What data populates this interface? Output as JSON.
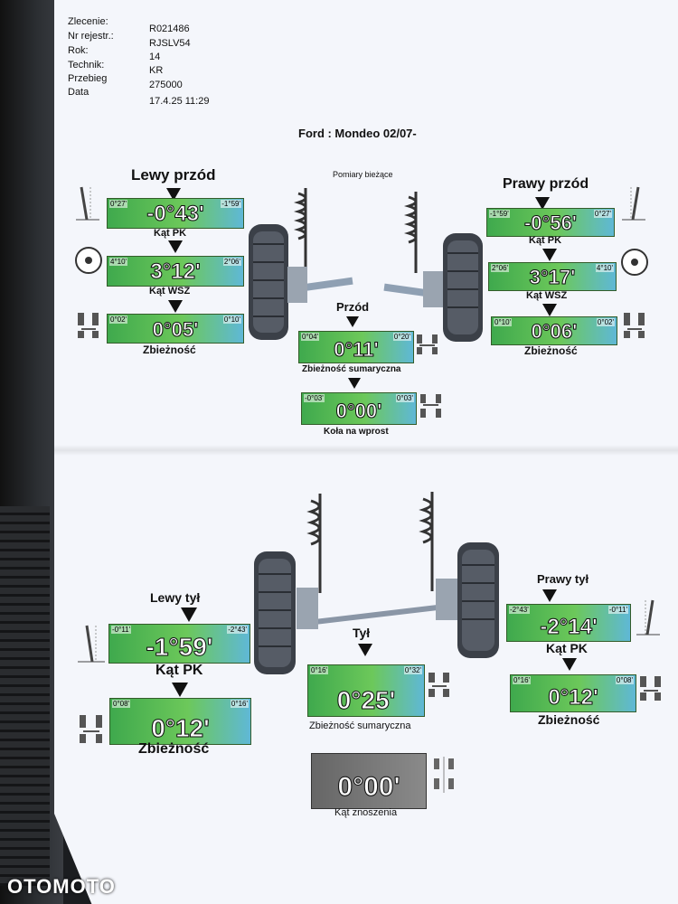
{
  "header": {
    "rows": [
      {
        "label": "Zlecenie:",
        "value": "R021486"
      },
      {
        "label": "Nr rejestr.:",
        "value": "RJSLV54"
      },
      {
        "label": "Rok:",
        "value": "14"
      },
      {
        "label": "Technik:",
        "value": "KR"
      },
      {
        "label": "Przebieg",
        "value": "275000"
      },
      {
        "label": "Data",
        "value": "17.4.25 11:29"
      }
    ]
  },
  "vehicle": "Ford : Mondeo 02/07-",
  "current_label": "Pomiary bieżące",
  "front": {
    "left_title": "Lewy przód",
    "right_title": "Prawy przód",
    "center_title": "Przód",
    "left": {
      "pk": {
        "lo": "0°27'",
        "hi": "-1°59'",
        "value": "-0°43'",
        "label": "Kąt PK"
      },
      "wsz": {
        "lo": "4°10'",
        "hi": "2°06'",
        "value": "3°12'",
        "label": "Kąt WSZ"
      },
      "toe": {
        "lo": "0°02'",
        "hi": "0°10'",
        "value": "0°05'",
        "label": "Zbieżność"
      }
    },
    "right": {
      "pk": {
        "lo": "-1°59'",
        "hi": "0°27'",
        "value": "-0°56'",
        "label": "Kąt PK"
      },
      "wsz": {
        "lo": "2°06'",
        "hi": "4°10'",
        "value": "3°17'",
        "label": "Kąt WSZ"
      },
      "toe": {
        "lo": "0°10'",
        "hi": "0°02'",
        "value": "0°06'",
        "label": "Zbieżność"
      }
    },
    "total_toe": {
      "lo": "0°04'",
      "hi": "0°20'",
      "value": "0°11'",
      "label": "Zbieżność sumaryczna"
    },
    "straight": {
      "lo": "-0°03'",
      "hi": "0°03'",
      "value": "0°00'",
      "label": "Koła na wprost"
    }
  },
  "rear": {
    "left_title": "Lewy tył",
    "right_title": "Prawy tył",
    "center_title": "Tył",
    "left": {
      "pk": {
        "lo": "-0°11'",
        "hi": "-2°43'",
        "value": "-1°59'",
        "label": "Kąt PK"
      },
      "toe": {
        "lo": "0°08'",
        "hi": "0°16'",
        "value": "0°12'",
        "label": "Zbieżność"
      }
    },
    "right": {
      "pk": {
        "lo": "-2°43'",
        "hi": "-0°11'",
        "value": "-2°14'",
        "label": "Kąt PK"
      },
      "toe": {
        "lo": "0°16'",
        "hi": "0°08'",
        "value": "0°12'",
        "label": "Zbieżność"
      }
    },
    "total_toe": {
      "lo": "0°16'",
      "hi": "0°32'",
      "value": "0°25'",
      "label": "Zbieżność sumaryczna"
    },
    "thrust": {
      "value": "0°00'",
      "label": "Kąt znoszenia"
    }
  },
  "watermark": "OTOMOTO",
  "icons": {
    "arrow": "down-arrow-icon",
    "wheel": "wheel-icon",
    "suspension": "suspension-icon"
  }
}
